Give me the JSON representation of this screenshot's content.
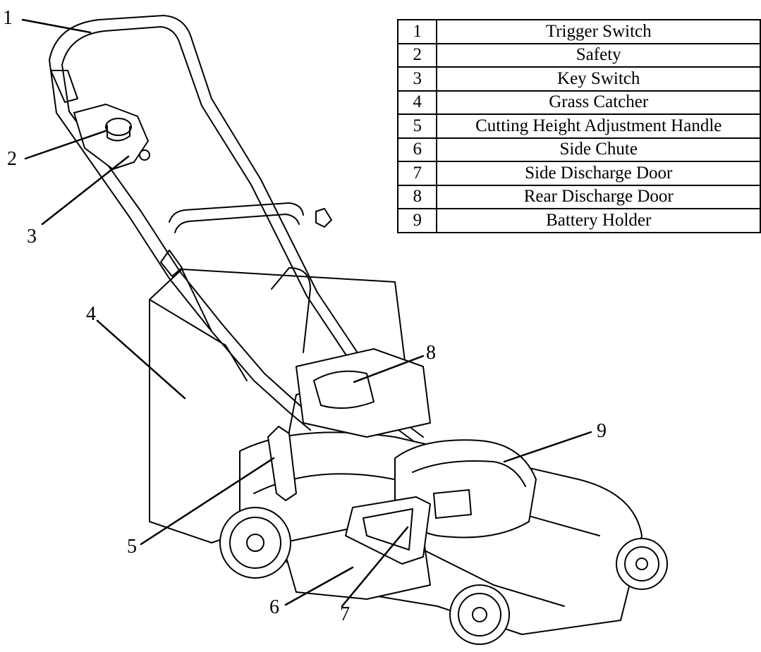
{
  "callouts": [
    "1",
    "2",
    "3",
    "4",
    "5",
    "6",
    "7",
    "8",
    "9"
  ],
  "parts": [
    {
      "number": "1",
      "name": "Trigger Switch"
    },
    {
      "number": "2",
      "name": "Safety"
    },
    {
      "number": "3",
      "name": "Key Switch"
    },
    {
      "number": "4",
      "name": "Grass Catcher"
    },
    {
      "number": "5",
      "name": "Cutting Height Adjustment Handle"
    },
    {
      "number": "6",
      "name": "Side Chute"
    },
    {
      "number": "7",
      "name": "Side Discharge Door"
    },
    {
      "number": "8",
      "name": "Rear Discharge Door"
    },
    {
      "number": "9",
      "name": "Battery Holder"
    }
  ]
}
